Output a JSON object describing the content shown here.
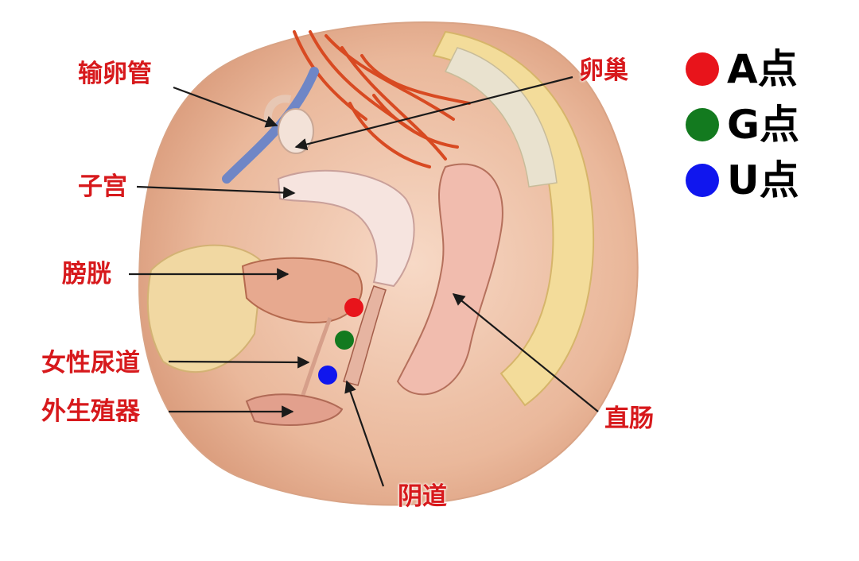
{
  "labels": {
    "fallopian_tube": "输卵管",
    "ovary": "卵巢",
    "uterus": "子宫",
    "bladder": "膀胱",
    "urethra": "女性尿道",
    "external_genitalia": "外生殖器",
    "rectum": "直肠",
    "vagina": "阴道"
  },
  "legend": [
    {
      "text": "A点",
      "color": "#e8141b"
    },
    {
      "text": "G点",
      "color": "#137a1f"
    },
    {
      "text": "U点",
      "color": "#1016ee"
    }
  ],
  "colors": {
    "label": "#d7191c",
    "arrow": "#1a1a1a"
  }
}
